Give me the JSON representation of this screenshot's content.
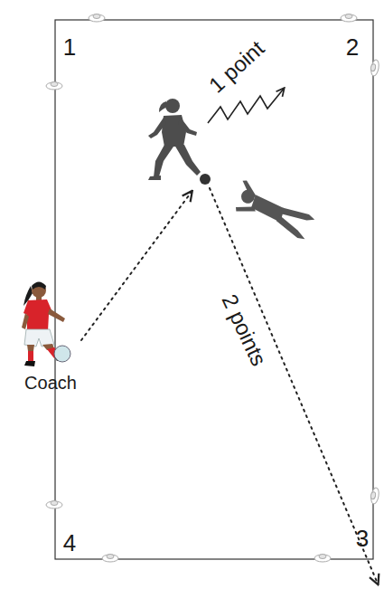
{
  "diagram": {
    "labels": [
      "1",
      "2",
      "1 point",
      "2 points",
      "Coach",
      "4",
      "3"
    ]
  }
}
